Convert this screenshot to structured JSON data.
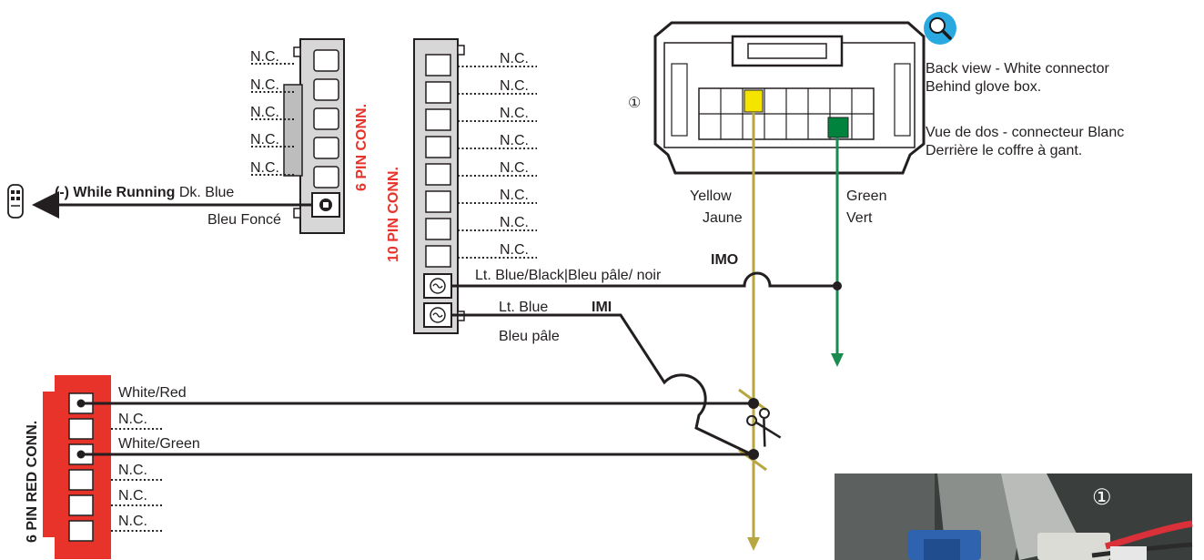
{
  "connectors": {
    "six_pin": {
      "title": "6 PIN CONN.",
      "nc": [
        "N.C.",
        "N.C.",
        "N.C.",
        "N.C.",
        "N.C."
      ],
      "wire_label_bold": "(-) While Running",
      "wire_label_en": " Dk. Blue",
      "wire_label_fr": "Bleu Foncé"
    },
    "ten_pin": {
      "title": "10 PIN CONN.",
      "nc": [
        "N.C.",
        "N.C.",
        "N.C.",
        "N.C.",
        "N.C.",
        "N.C.",
        "N.C.",
        "N.C."
      ],
      "imo_label": "IMO",
      "imo_wire": "Lt. Blue/Black|Bleu pâle/ noir",
      "imi_label": "IMI",
      "imi_wire_en": "Lt. Blue",
      "imi_wire_fr": "Bleu pâle"
    },
    "six_pin_red": {
      "title": "6 PIN RED CONN.",
      "wires": [
        "White/Red",
        "N.C.",
        "White/Green",
        "N.C.",
        "N.C.",
        "N.C."
      ]
    }
  },
  "vehicle": {
    "marker": "①",
    "note_en_1": "Back view - White connector",
    "note_en_2": "Behind glove box.",
    "note_fr_1": "Vue de dos - connecteur Blanc",
    "note_fr_2": "Derrière le coffre à gant.",
    "yellow_en": "Yellow",
    "yellow_fr": "Jaune",
    "green_en": "Green",
    "green_fr": "Vert"
  },
  "photo": {
    "marker": "①"
  },
  "colors": {
    "red_connector": "#e8332a",
    "yellow_wire": "#b8a642",
    "green_wire": "#1b8a4e",
    "pin_yellow": "#f4e400",
    "pin_green": "#00843d",
    "magnifier": "#2aa9e0"
  },
  "icons": {
    "magnifier": "magnifier-icon",
    "remote": "remote-icon",
    "scissors": "scissors-icon"
  }
}
